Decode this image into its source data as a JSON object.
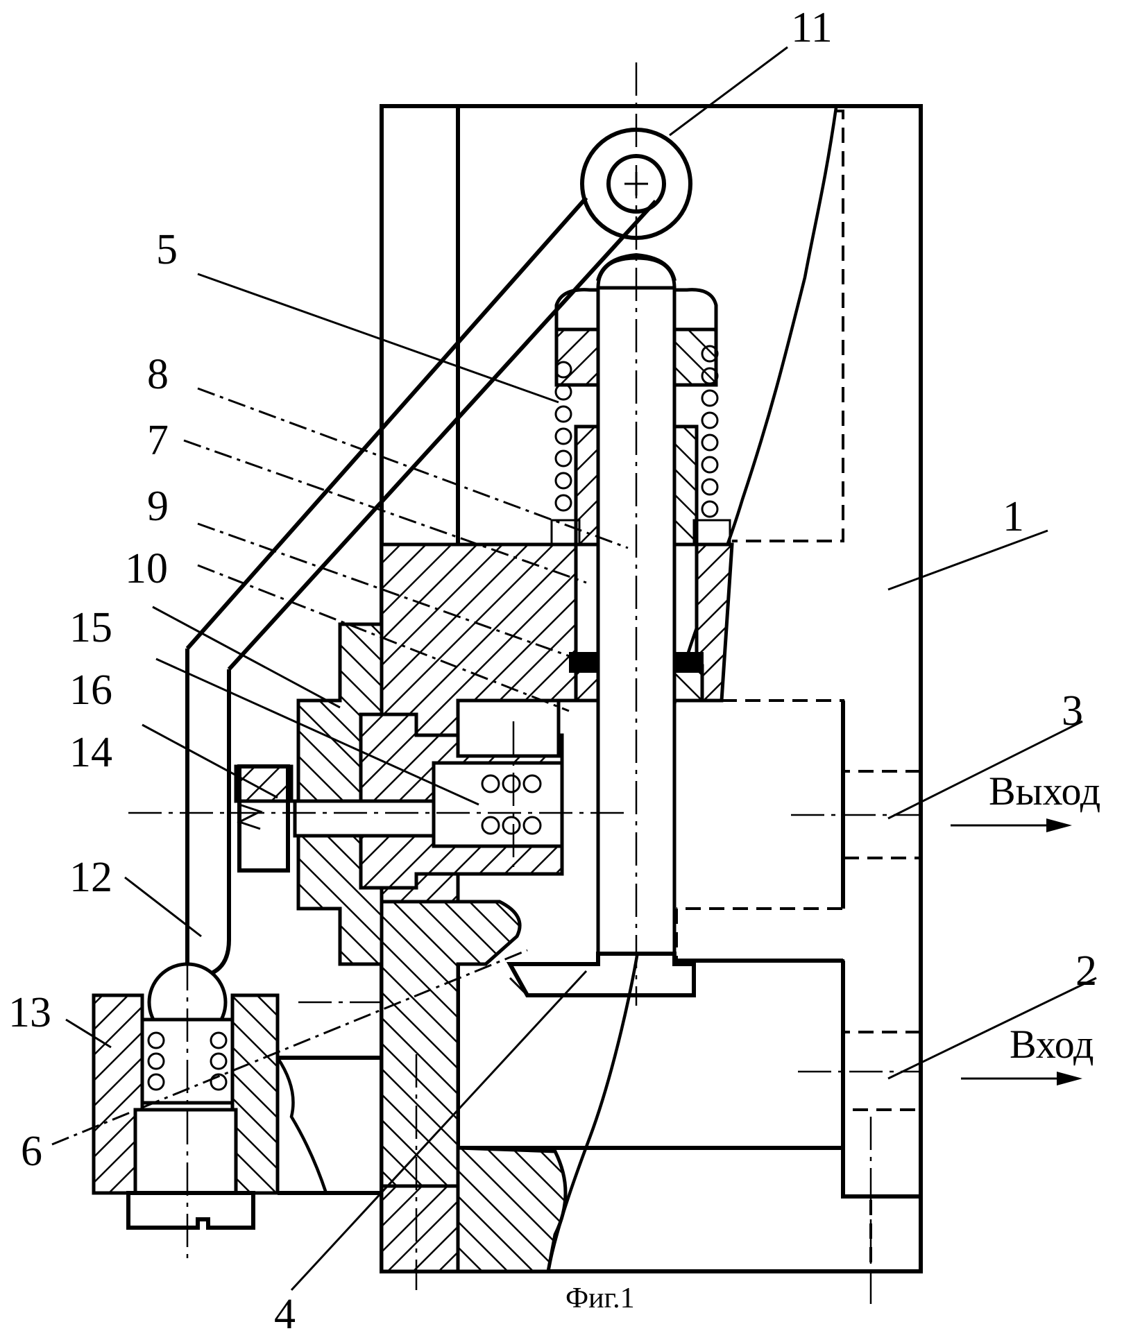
{
  "figure": {
    "caption": "Фиг.1",
    "labels": {
      "n1": "1",
      "n2": "2",
      "n3": "3",
      "n4": "4",
      "n5": "5",
      "n6": "6",
      "n7": "7",
      "n8": "8",
      "n9": "9",
      "n10": "10",
      "n11": "11",
      "n12": "12",
      "n13": "13",
      "n14": "14",
      "n15": "15",
      "n16": "16"
    },
    "ports": {
      "outlet": "Выход",
      "inlet": "Вход"
    }
  }
}
